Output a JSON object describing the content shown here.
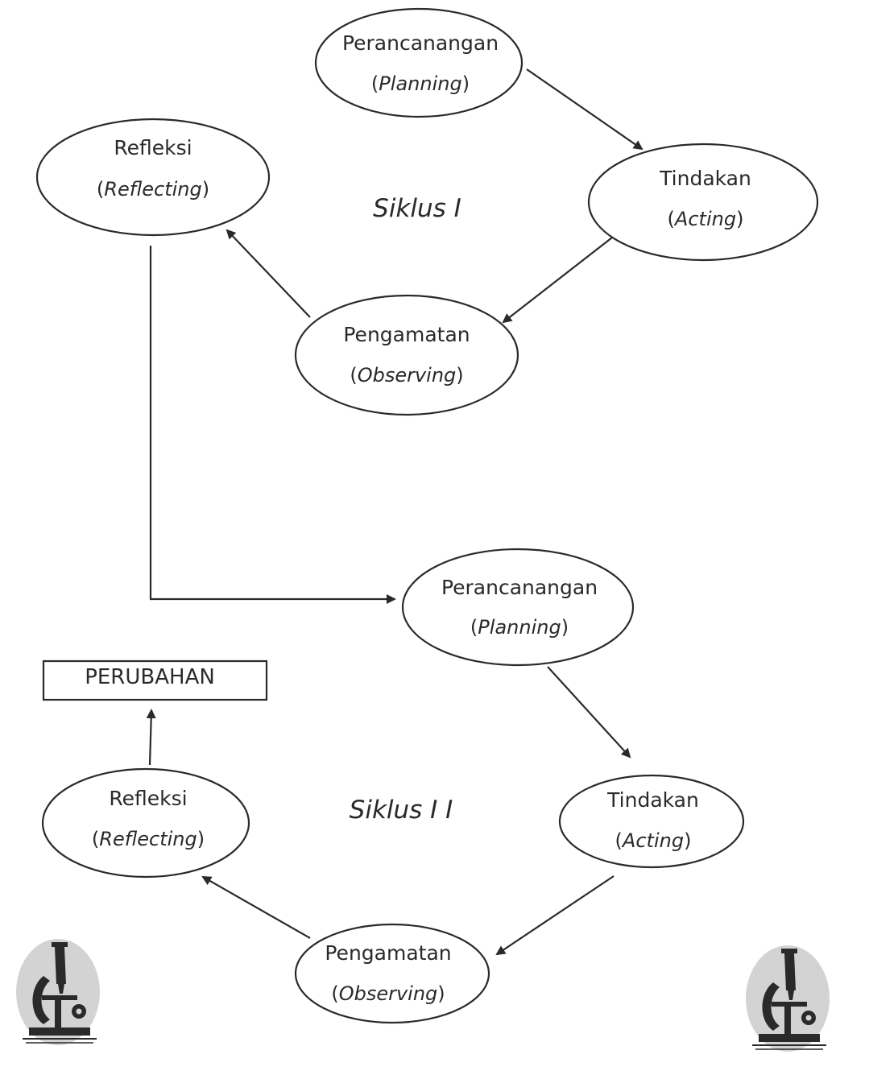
{
  "cycle1": {
    "label": "Siklus I",
    "planning": {
      "main": "Perancanangan",
      "sub": "Planning"
    },
    "acting": {
      "main": "Tindakan",
      "sub": "Acting"
    },
    "observing": {
      "main": "Pengamatan",
      "sub": "Observing"
    },
    "reflecting": {
      "main": "Refleksi",
      "sub": "Reflecting"
    }
  },
  "cycle2": {
    "label": "Siklus I I",
    "planning": {
      "main": "Perancanangan",
      "sub": "Planning"
    },
    "acting": {
      "main": "Tindakan",
      "sub": "Acting"
    },
    "observing": {
      "main": "Pengamatan",
      "sub": "Observing"
    },
    "reflecting": {
      "main": "Refleksi",
      "sub": "Reflecting"
    }
  },
  "outcome": {
    "label": "PERUBAHAN"
  },
  "logos": {
    "icon": "microscope-icon"
  }
}
